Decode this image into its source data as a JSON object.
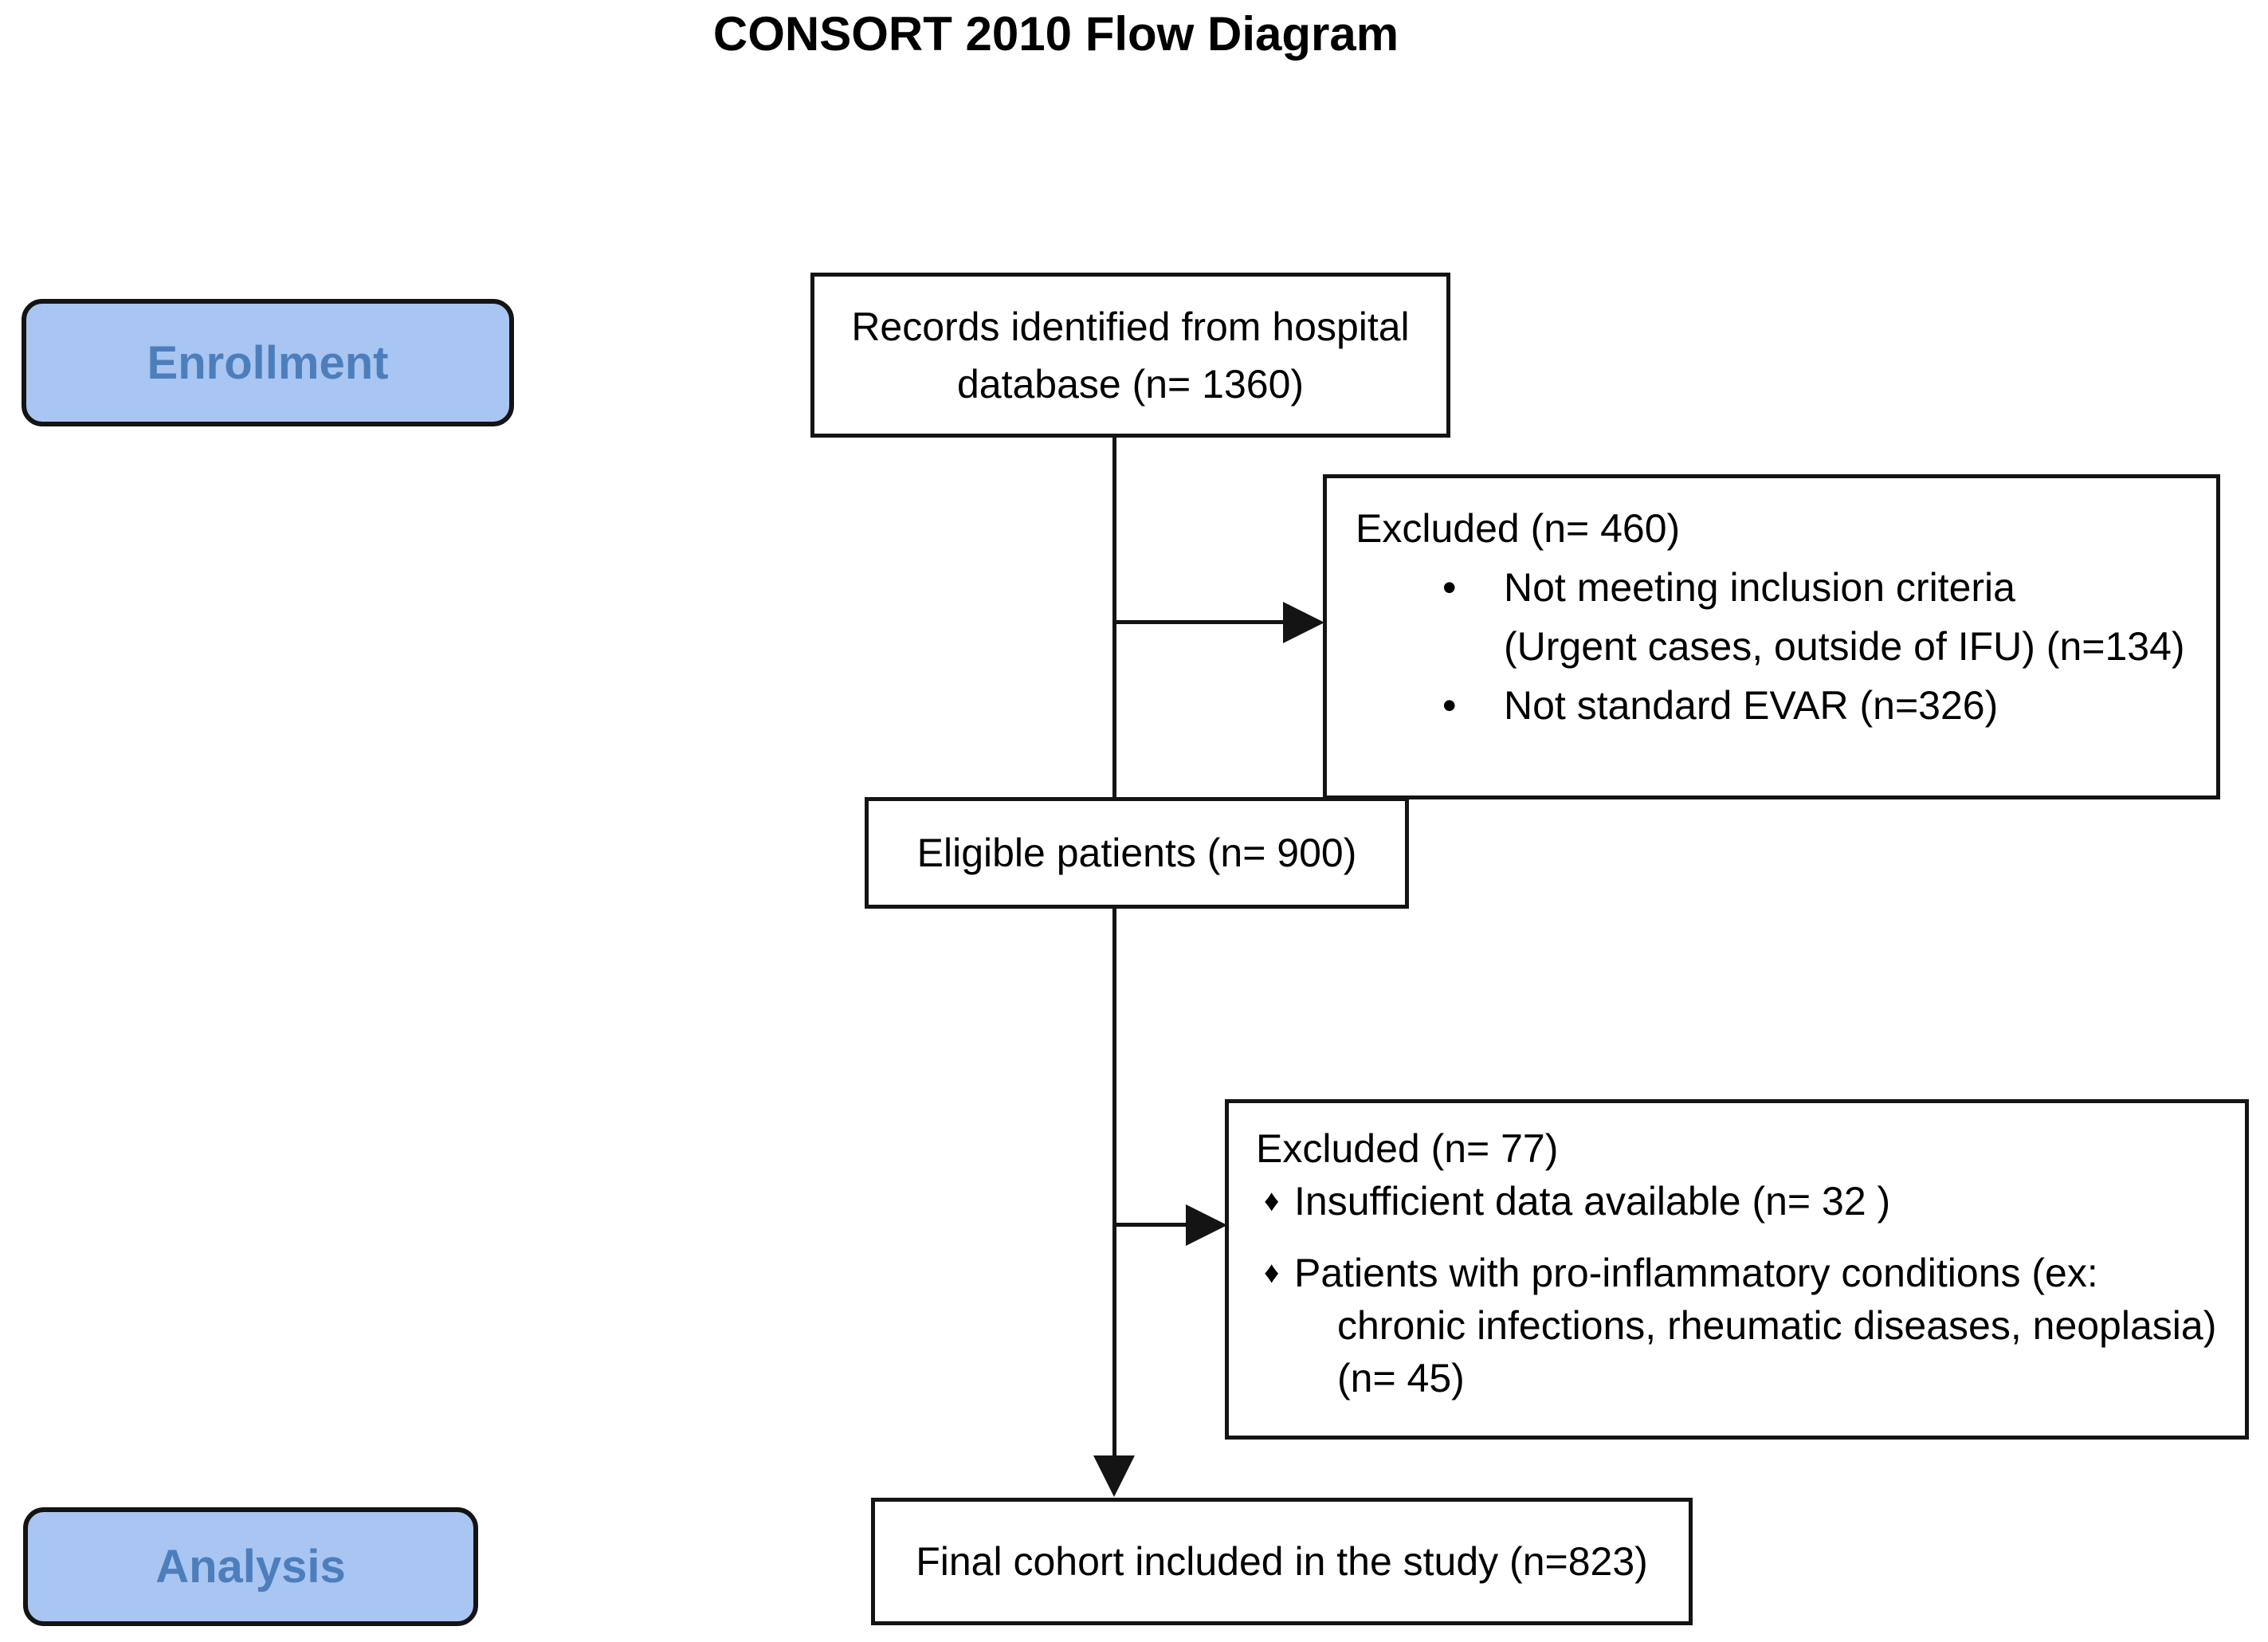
{
  "title": "CONSORT 2010 Flow Diagram",
  "colors": {
    "stage_fill": "#A9C5F1",
    "stage_text": "#4D7EBC",
    "box_border": "#141414"
  },
  "stages": {
    "enrollment": {
      "label": "Enrollment"
    },
    "analysis": {
      "label": "Analysis"
    }
  },
  "flow": {
    "records": {
      "lines": [
        "Records identified from hospital",
        "database (n= 1360)"
      ]
    },
    "excluded1": {
      "title": "Excluded (n= 460)",
      "items": [
        {
          "marker": "•",
          "lines": [
            "Not meeting inclusion criteria",
            "(Urgent cases, outside of IFU) (n=134)"
          ]
        },
        {
          "marker": "•",
          "lines": [
            "Not standard EVAR (n=326)"
          ]
        }
      ]
    },
    "eligible": {
      "label": "Eligible patients (n= 900)"
    },
    "excluded2": {
      "title": "Excluded (n= 77)",
      "items": [
        {
          "marker": "♦",
          "lines": [
            "Insufficient data available (n= 32 )"
          ]
        },
        {
          "marker": "♦",
          "lines": [
            "Patients with pro-inflammatory conditions (ex:",
            "chronic infections, rheumatic diseases, neoplasia)",
            "(n= 45)"
          ]
        }
      ]
    },
    "final": {
      "label": "Final cohort included in the study (n=823)"
    }
  }
}
